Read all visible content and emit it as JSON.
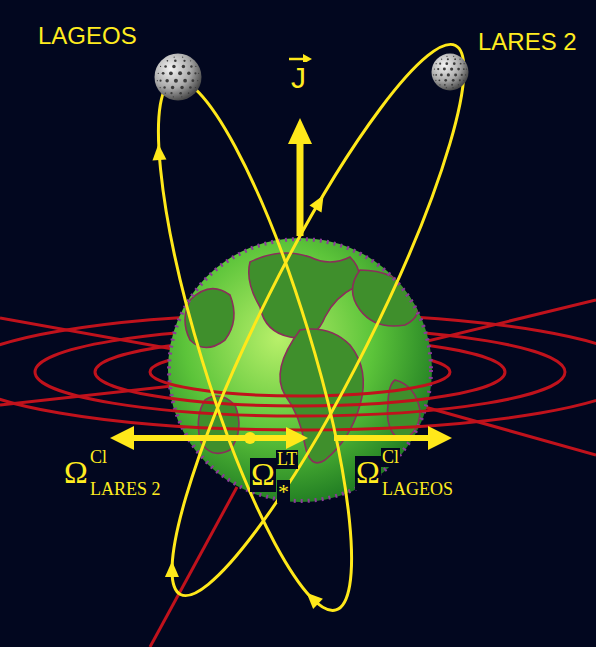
{
  "diagram": {
    "nodes": [
      {
        "text": [
          "LAGEOS"
        ]
      },
      {
        "text": [
          "LARES 2"
        ]
      }
    ],
    "labels": [
      "J",
      "Ω",
      "Cl",
      "LARES 2",
      "Ω",
      "LT",
      "*",
      "Ω",
      "Cl",
      "LAGEOS"
    ]
  }
}
